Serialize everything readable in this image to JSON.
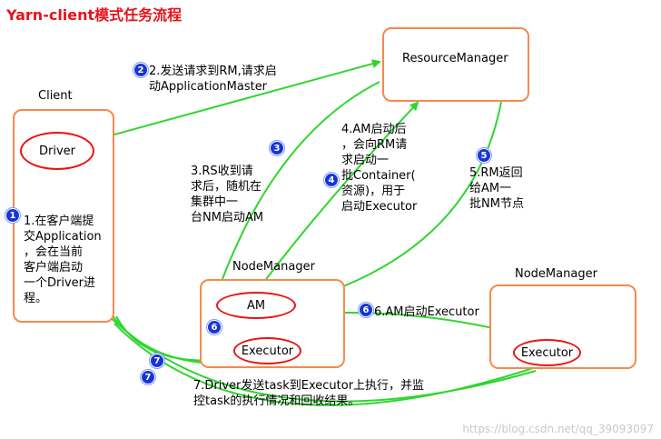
{
  "title": "Yarn-client模式任务流程",
  "nodes": {
    "client": {
      "label": "Client",
      "driver": "Driver"
    },
    "resource_manager": {
      "label": "ResourceManager"
    },
    "node_manager_1": {
      "label": "NodeManager",
      "am": "AM",
      "executor": "Executor"
    },
    "node_manager_2": {
      "label": "NodeManager",
      "executor": "Executor"
    }
  },
  "steps": [
    {
      "badge": "1",
      "text": "1.在客户端提\n交Application\n，会在当前\n客户端启动\n一个Driver进\n程。"
    },
    {
      "badge": "2",
      "text": "2.发送请求到RM,请求启\n动ApplicationMaster"
    },
    {
      "badge": "3",
      "text": "3.RS收到请\n求后，随机在\n集群中一\n台NM启动AM"
    },
    {
      "badge": "4",
      "text": "4.AM启动后\n，会向RM请\n求启动一\n批Container(\n资源)，用于\n启动Executor"
    },
    {
      "badge": "5",
      "text": "5.RM返回\n给AM一\n批NM节点"
    },
    {
      "badge": "6",
      "text": "6.AM启动Executor"
    },
    {
      "badge": "7",
      "text": "7.Driver发送task到Executor上执行，并监\n控task的执行情况和回收结果。"
    }
  ],
  "colors": {
    "title": "#e8121b",
    "box_border": "#f58a4b",
    "ellipse_border": "#ee1111",
    "arrow": "#2fd62f",
    "badge": "#1836d6"
  },
  "watermark": "https://blog.csdn.net/qq_39093097"
}
